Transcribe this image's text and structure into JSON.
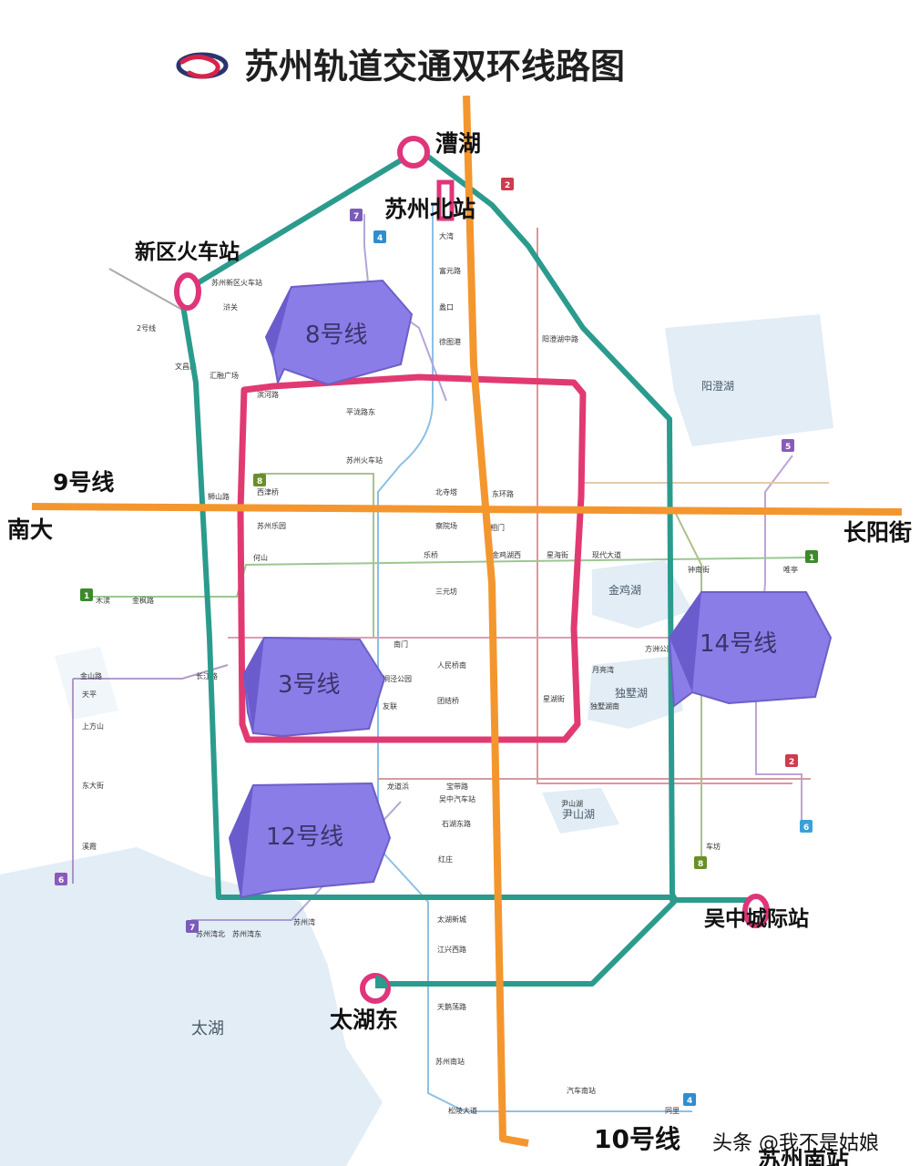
{
  "title": "苏州轨道交通双环线路图",
  "lakes": {
    "taihu": "太湖",
    "yangcheng": "阳澄湖",
    "jinji": "金鸡湖",
    "dushu": "独墅湖",
    "yinshan": "尹山湖"
  },
  "hub_stations": {
    "caohu": "漕湖",
    "suzhou_north": "苏州北站",
    "xinqu": "新区火车站",
    "wuzhong": "吴中城际站",
    "taihu_east": "太湖东",
    "suzhou_south": "苏州南站"
  },
  "axis_line_labels": {
    "line9": "9号线",
    "nanda": "南大",
    "changyang": "长阳街",
    "line10": "10号线"
  },
  "bubble_labels": {
    "line8": "8号线",
    "line3": "3号线",
    "line14": "14号线",
    "line12": "12号线"
  },
  "line_badges": {
    "b7a": "7",
    "b4a": "4",
    "b2a": "2",
    "b5": "5",
    "b1a": "1",
    "b1b": "1",
    "b8a": "8",
    "b2b": "2",
    "b6a": "6",
    "b8b": "8",
    "b6b": "6",
    "b7b": "7",
    "b4b": "4"
  },
  "small_stations": {
    "s1": "2号线",
    "s2": "苏州新区火车站",
    "s3": "浒关",
    "s4": "文昌路",
    "s5": "西津桥",
    "s6": "汇融广场",
    "s7": "滨河路",
    "s8": "狮山路",
    "s9": "苏州乐园",
    "s10": "大湾",
    "s11": "富元路",
    "s12": "蠡口",
    "s13": "徐图港",
    "s14": "阳澄湖中路",
    "s15": "平泷路东",
    "s16": "苏州火车站",
    "s17": "北寺塔",
    "s18": "察院场",
    "s19": "乐桥",
    "s20": "三元坊",
    "s21": "南门",
    "s22": "人民桥南",
    "s23": "团结桥",
    "s24": "友联",
    "s25": "长江路",
    "s26": "何山",
    "s27": "金枫路",
    "s28": "木渎",
    "s29": "金山路",
    "s30": "天平",
    "s31": "上方山",
    "s32": "东大街",
    "s33": "溪霞",
    "s34": "苏州湾东",
    "s35": "苏州南站",
    "s36": "松陵大道",
    "s37": "同里",
    "s38": "金鸡湖西",
    "s39": "星海街",
    "s40": "现代大道",
    "s41": "钟南街",
    "s42": "唯亭",
    "s43": "方洲公园",
    "s44": "月亮湾",
    "s45": "独墅湖南",
    "s46": "星湖街",
    "s47": "车坊",
    "s48": "尹山湖",
    "s49": "宝带路",
    "s50": "东环路",
    "s51": "相门",
    "s52": "桐泾公园",
    "s53": "龙道浜",
    "s54": "石湖东路",
    "s55": "吴中汽车站",
    "s56": "红庄",
    "s57": "苏州湾",
    "s58": "太湖新城",
    "s59": "江兴西路",
    "s60": "天鹅荡路",
    "s61": "苏州湾北",
    "s62": "汽车南站"
  },
  "watermark": "头条 @我不是姑娘",
  "colors": {
    "orange": "#f79a3a",
    "teal": "#2b9b8d",
    "ring": "#e13a71",
    "bubble": "#8b7de8",
    "water": "#dfeaf3"
  }
}
